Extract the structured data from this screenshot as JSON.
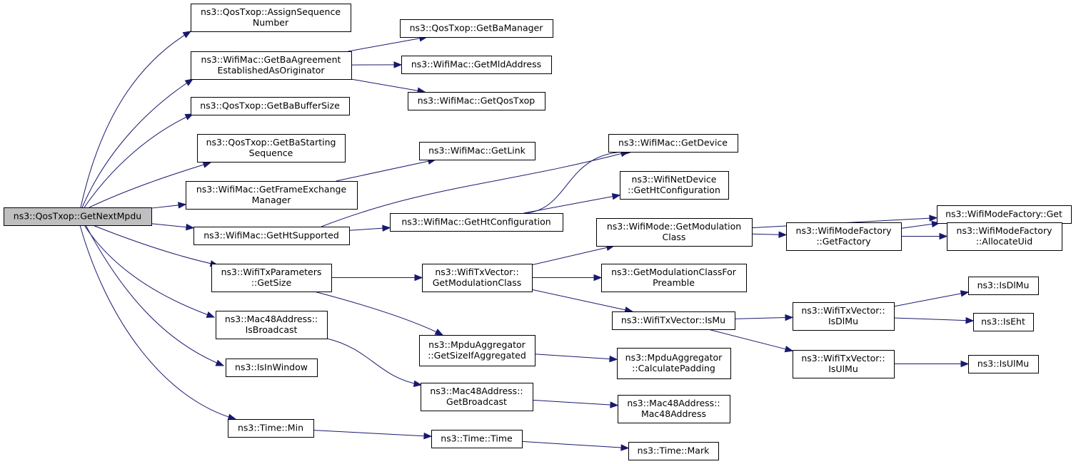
{
  "graph": {
    "title": "",
    "colors": {
      "edge": "#191970",
      "root_fill": "#bfbfbf",
      "node_fill": "#ffffff",
      "border": "#000000"
    },
    "nodes": [
      {
        "id": "getnextmpdu",
        "lines": [
          "ns3::QosTxop::GetNextMpdu"
        ],
        "root": true
      },
      {
        "id": "assignseq",
        "lines": [
          "ns3::QosTxop::AssignSequence",
          "Number"
        ]
      },
      {
        "id": "getbaagreement",
        "lines": [
          "ns3::WifiMac::GetBaAgreement",
          "EstablishedAsOriginator"
        ]
      },
      {
        "id": "getbabuffersize",
        "lines": [
          "ns3::QosTxop::GetBaBufferSize"
        ]
      },
      {
        "id": "getbastarting",
        "lines": [
          "ns3::QosTxop::GetBaStarting",
          "Sequence"
        ]
      },
      {
        "id": "getframeexchange",
        "lines": [
          "ns3::WifiMac::GetFrameExchange",
          "Manager"
        ]
      },
      {
        "id": "gethtsupported",
        "lines": [
          "ns3::WifiMac::GetHtSupported"
        ]
      },
      {
        "id": "txparamsgetsize",
        "lines": [
          "ns3::WifiTxParameters",
          "::GetSize"
        ]
      },
      {
        "id": "isbroadcast",
        "lines": [
          "ns3::Mac48Address::",
          "IsBroadcast"
        ]
      },
      {
        "id": "isinwindow",
        "lines": [
          "ns3::IsInWindow"
        ]
      },
      {
        "id": "timemin",
        "lines": [
          "ns3::Time::Min"
        ]
      },
      {
        "id": "getbamanager",
        "lines": [
          "ns3::QosTxop::GetBaManager"
        ]
      },
      {
        "id": "getmldaddress",
        "lines": [
          "ns3::WifiMac::GetMldAddress"
        ]
      },
      {
        "id": "getqostxop",
        "lines": [
          "ns3::WifiMac::GetQosTxop"
        ]
      },
      {
        "id": "getlink",
        "lines": [
          "ns3::WifiMac::GetLink"
        ]
      },
      {
        "id": "gethtconfiguration",
        "lines": [
          "ns3::WifiMac::GetHtConfiguration"
        ]
      },
      {
        "id": "getmodulationclass",
        "lines": [
          "ns3::WifiTxVector::",
          "GetModulationClass"
        ]
      },
      {
        "id": "getsizeifaggregated",
        "lines": [
          "ns3::MpduAggregator",
          "::GetSizeIfAggregated"
        ]
      },
      {
        "id": "getbroadcast",
        "lines": [
          "ns3::Mac48Address::",
          "GetBroadcast"
        ]
      },
      {
        "id": "timetime",
        "lines": [
          "ns3::Time::Time"
        ]
      },
      {
        "id": "getdevice",
        "lines": [
          "ns3::WifiMac::GetDevice"
        ]
      },
      {
        "id": "netdevicehtconf",
        "lines": [
          "ns3::WifiNetDevice",
          "::GetHtConfiguration"
        ]
      },
      {
        "id": "modegetmodclass",
        "lines": [
          "ns3::WifiMode::GetModulation",
          "Class"
        ]
      },
      {
        "id": "modclassforpreamble",
        "lines": [
          "ns3::GetModulationClassFor",
          "Preamble"
        ]
      },
      {
        "id": "ismu",
        "lines": [
          "ns3::WifiTxVector::IsMu"
        ]
      },
      {
        "id": "calculatepadding",
        "lines": [
          "ns3::MpduAggregator",
          "::CalculatePadding"
        ]
      },
      {
        "id": "mac48ctor",
        "lines": [
          "ns3::Mac48Address::",
          "Mac48Address"
        ]
      },
      {
        "id": "timemark",
        "lines": [
          "ns3::Time::Mark"
        ]
      },
      {
        "id": "getfactory",
        "lines": [
          "ns3::WifiModeFactory",
          "::GetFactory"
        ]
      },
      {
        "id": "txvectorisdlmu",
        "lines": [
          "ns3::WifiTxVector::",
          "IsDlMu"
        ]
      },
      {
        "id": "txvectorisulmu",
        "lines": [
          "ns3::WifiTxVector::",
          "IsUlMu"
        ]
      },
      {
        "id": "factoryget",
        "lines": [
          "ns3::WifiModeFactory::Get"
        ]
      },
      {
        "id": "allocateuid",
        "lines": [
          "ns3::WifiModeFactory",
          "::AllocateUid"
        ]
      },
      {
        "id": "isdlmu",
        "lines": [
          "ns3::IsDlMu"
        ]
      },
      {
        "id": "iseht",
        "lines": [
          "ns3::IsEht"
        ]
      },
      {
        "id": "isulmu",
        "lines": [
          "ns3::IsUlMu"
        ]
      }
    ],
    "edges": [
      [
        "getnextmpdu",
        "assignseq"
      ],
      [
        "getnextmpdu",
        "getbaagreement"
      ],
      [
        "getnextmpdu",
        "getbabuffersize"
      ],
      [
        "getnextmpdu",
        "getbastarting"
      ],
      [
        "getnextmpdu",
        "getframeexchange"
      ],
      [
        "getnextmpdu",
        "gethtsupported"
      ],
      [
        "getnextmpdu",
        "txparamsgetsize"
      ],
      [
        "getnextmpdu",
        "isbroadcast"
      ],
      [
        "getnextmpdu",
        "isinwindow"
      ],
      [
        "getnextmpdu",
        "timemin"
      ],
      [
        "getbaagreement",
        "getbamanager"
      ],
      [
        "getbaagreement",
        "getmldaddress"
      ],
      [
        "getbaagreement",
        "getqostxop"
      ],
      [
        "getframeexchange",
        "getlink"
      ],
      [
        "gethtsupported",
        "getdevice"
      ],
      [
        "gethtsupported",
        "gethtconfiguration"
      ],
      [
        "gethtconfiguration",
        "getdevice"
      ],
      [
        "gethtconfiguration",
        "netdevicehtconf"
      ],
      [
        "txparamsgetsize",
        "getmodulationclass"
      ],
      [
        "txparamsgetsize",
        "getsizeifaggregated"
      ],
      [
        "isbroadcast",
        "getbroadcast"
      ],
      [
        "timemin",
        "timetime"
      ],
      [
        "getmodulationclass",
        "modegetmodclass"
      ],
      [
        "getmodulationclass",
        "modclassforpreamble"
      ],
      [
        "getmodulationclass",
        "ismu"
      ],
      [
        "getsizeifaggregated",
        "calculatepadding"
      ],
      [
        "getbroadcast",
        "mac48ctor"
      ],
      [
        "timetime",
        "timemark"
      ],
      [
        "modegetmodclass",
        "factoryget"
      ],
      [
        "modegetmodclass",
        "getfactory"
      ],
      [
        "getfactory",
        "factoryget"
      ],
      [
        "getfactory",
        "allocateuid"
      ],
      [
        "ismu",
        "txvectorisdlmu"
      ],
      [
        "ismu",
        "txvectorisulmu"
      ],
      [
        "txvectorisdlmu",
        "isdlmu"
      ],
      [
        "txvectorisdlmu",
        "iseht"
      ],
      [
        "txvectorisulmu",
        "isulmu"
      ]
    ]
  }
}
